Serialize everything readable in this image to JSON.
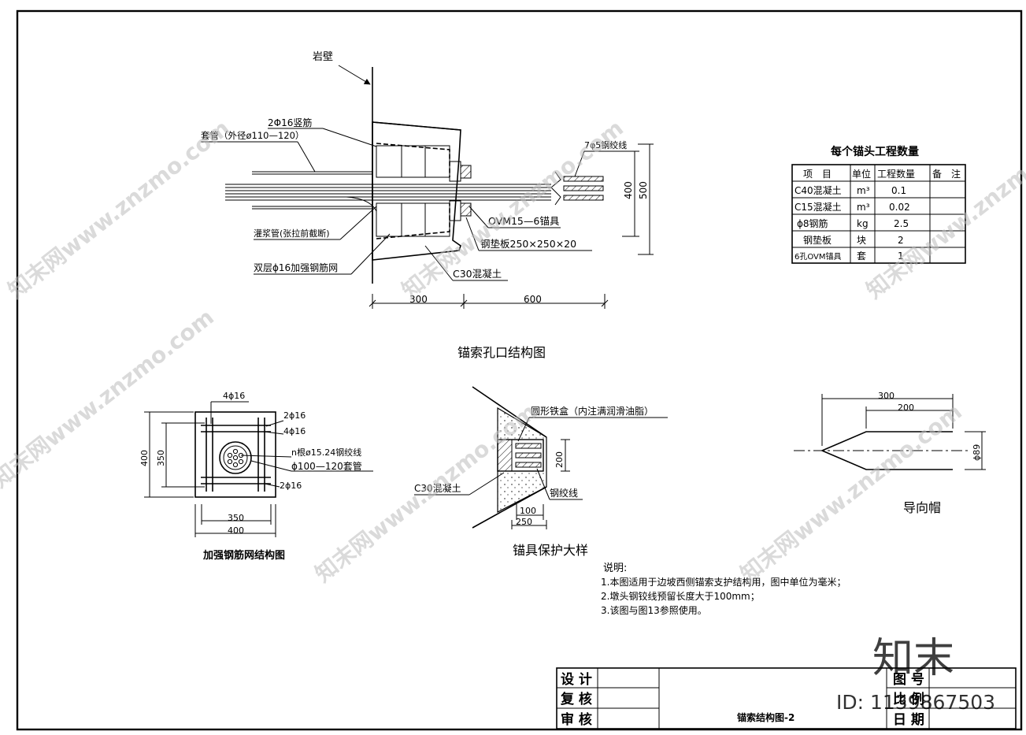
{
  "main_section": {
    "title": "锚索孔口结构图",
    "labels": {
      "rock_wall": "岩壁",
      "vertical_bars": "2Φ16竖筋",
      "sleeve": "套管（外径ø110—120）",
      "strands": "7φ5钢绞线",
      "anchor": "OVM15—6锚具",
      "grout_pipe": "灌浆管(张拉前截断)",
      "plate": "钢垫板250×250×20",
      "mesh": "双层ϕ16加强钢筋网",
      "concrete": "C30混凝土"
    },
    "dims": {
      "d300": "300",
      "d600": "600",
      "d400": "400",
      "d500": "500"
    }
  },
  "quantity_table": {
    "title": "每个锚头工程数量",
    "headers": [
      "项　目",
      "单位",
      "工程数量",
      "备　注"
    ],
    "rows": [
      [
        "C40混凝土",
        "m³",
        "0.1",
        ""
      ],
      [
        "C15混凝土",
        "m³",
        "0.02",
        ""
      ],
      [
        "ϕ8钢筋",
        "kg",
        "2.5",
        ""
      ],
      [
        "钢垫板",
        "块",
        "2",
        ""
      ],
      [
        "6孔OVM锚具",
        "套",
        "1",
        ""
      ]
    ]
  },
  "mesh_section": {
    "title": "加强钢筋网结构图",
    "labels": {
      "top": "4ϕ16",
      "r1": "2ϕ16",
      "r2": "4ϕ16",
      "strand": "n根ø15.24钢绞线",
      "sleeve": "ϕ100—120套管",
      "r3": "2ϕ16"
    },
    "dims": {
      "w350": "350",
      "w400": "400",
      "h400": "400",
      "h350": "350"
    }
  },
  "protect_section": {
    "title": "锚具保护大样",
    "labels": {
      "box": "圆形铁盒（内注满润滑油脂）",
      "concrete": "C30混凝土",
      "strand": "钢绞线"
    },
    "dims": {
      "d200": "200",
      "d100": "100",
      "d250": "250"
    }
  },
  "cap_section": {
    "title": "导向帽",
    "dims": {
      "d300": "300",
      "d200": "200",
      "d89": "ϕ89"
    }
  },
  "notes": {
    "title": "说明:",
    "items": [
      "1.本图适用于边坡西侧锚索支护结构用，图中单位为毫米；",
      "2.墩头钢铰线预留长度大于100mm；",
      "3.该图与图13参照使用。"
    ]
  },
  "title_block": {
    "design": "设 计",
    "check": "复 核",
    "approve": "审 核",
    "drawing_name": "锚索结构图-2",
    "no": "图 号",
    "scale": "比 例",
    "date": "日 期"
  },
  "watermark": {
    "site": "知末网www.znzmo.com",
    "brand": "知末",
    "id": "ID: 1139867503"
  }
}
